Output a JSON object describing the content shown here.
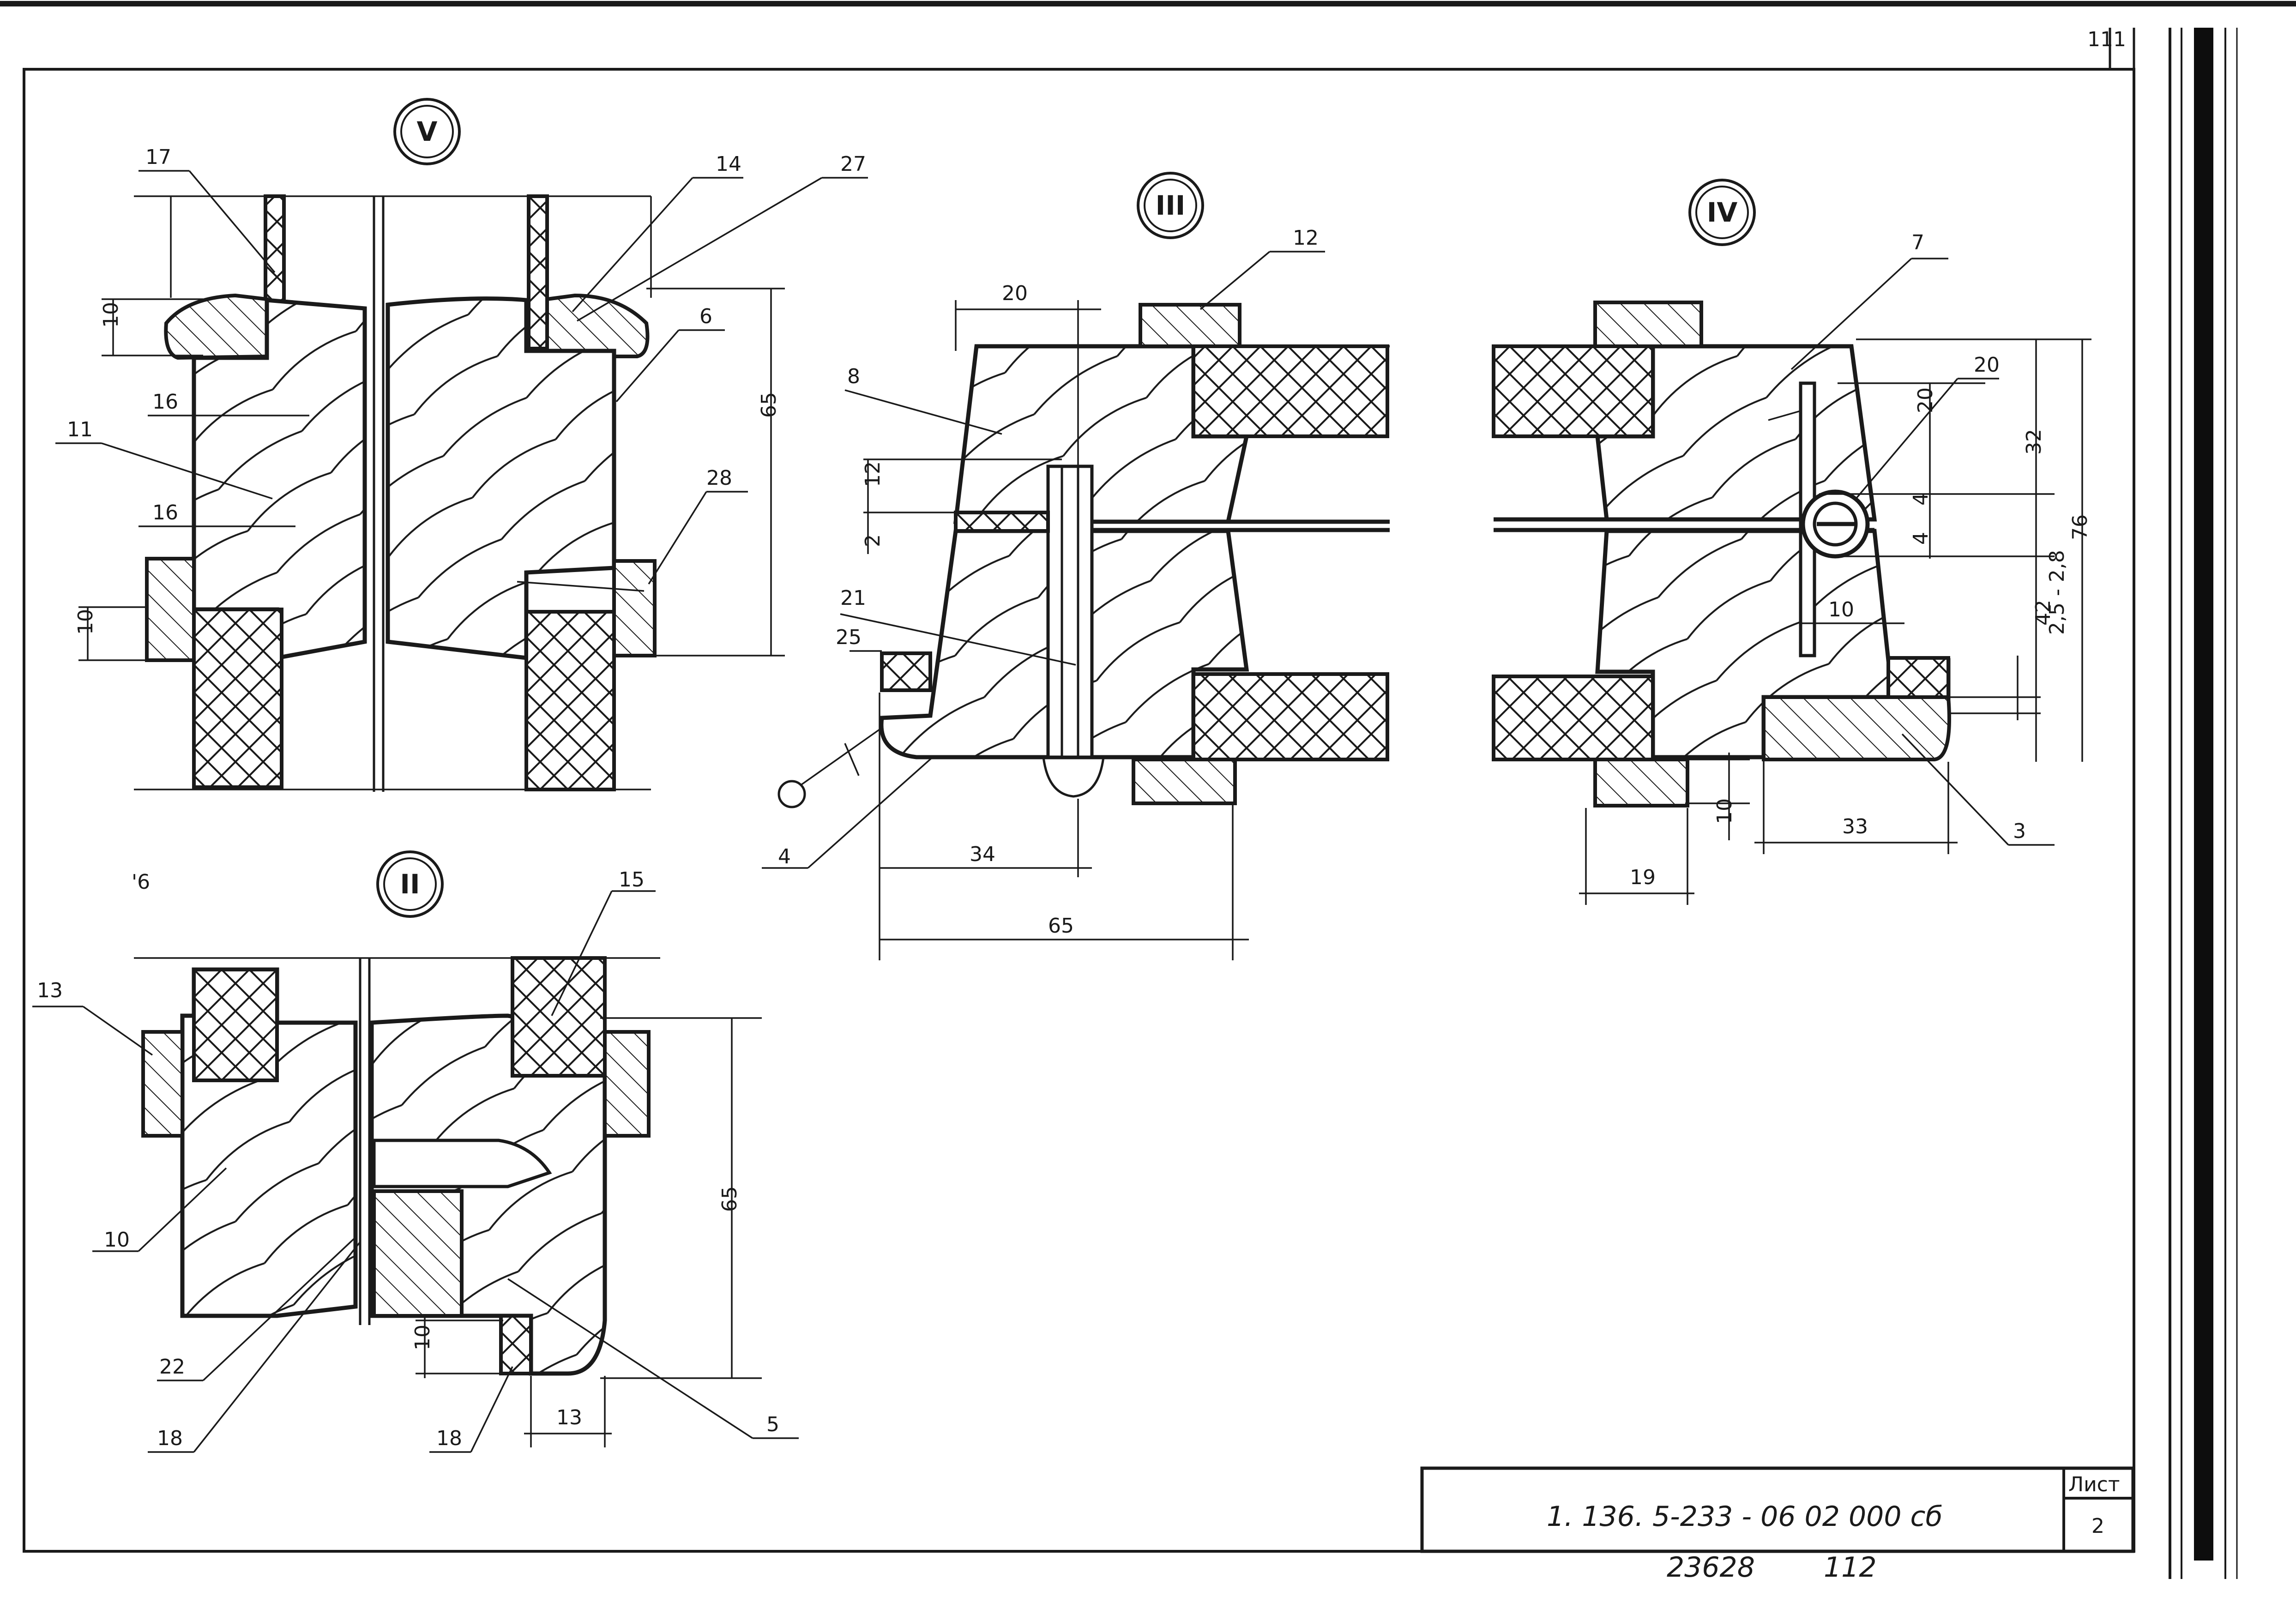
{
  "sheet_number_corner": "111",
  "views": {
    "V": {
      "label": "V",
      "dims": [
        "10",
        "10",
        "65"
      ],
      "parts": [
        "17",
        "14",
        "27",
        "6",
        "11",
        "28",
        "16",
        "16"
      ]
    },
    "III": {
      "label": "III",
      "dims": [
        "20",
        "12",
        "2",
        "25",
        "34",
        "65"
      ],
      "parts": [
        "12",
        "8",
        "21",
        "4"
      ]
    },
    "IV": {
      "label": "IV",
      "dims": [
        "20",
        "4",
        "4",
        "32",
        "76",
        "10",
        "2,5 - 2,8",
        "42",
        "10",
        "33",
        "19"
      ],
      "parts": [
        "7",
        "20",
        "3"
      ]
    },
    "II": {
      "label": "II",
      "dims": [
        "65",
        "10",
        "13"
      ],
      "parts": [
        "13",
        "15",
        "10",
        "22",
        "18",
        "18",
        "5"
      ]
    }
  },
  "stray_mark": "'6",
  "title_block": {
    "code": "1. 136. 5-233 - 06  02  000 сб",
    "sheet_label": "Лист",
    "sheet_number": "2",
    "archive_number": "23628",
    "page_number": "112"
  }
}
